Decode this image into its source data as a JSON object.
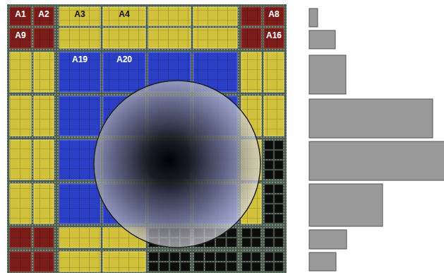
{
  "diagram": {
    "nodes": [
      {
        "text": [
          "A1"
        ]
      },
      {
        "text": [
          "A2"
        ]
      },
      {
        "text": [
          "A3"
        ]
      },
      {
        "text": [
          "A4"
        ]
      },
      {
        "text": [
          "A8"
        ]
      },
      {
        "text": [
          "A9"
        ]
      },
      {
        "text": [
          "A16"
        ]
      },
      {
        "text": [
          "A19"
        ]
      },
      {
        "text": [
          "A20"
        ]
      }
    ]
  }
}
